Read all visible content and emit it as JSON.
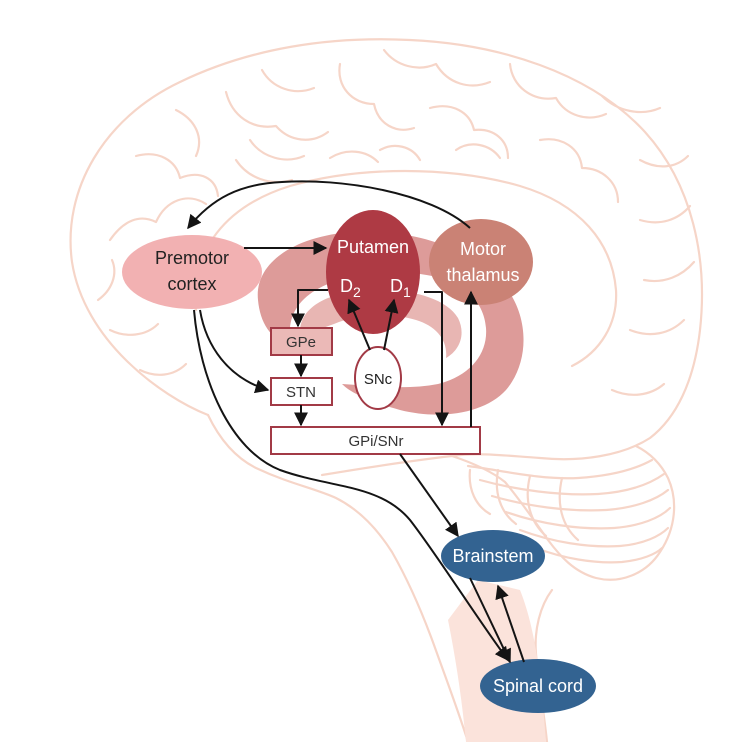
{
  "colors": {
    "outline": "#f6d5c8",
    "outline_dark": "#f0c2b0",
    "striatum": "#dd9b99",
    "putamen": "#ae3a44",
    "thalamus": "#ca8275",
    "premotor": "#f2b1b2",
    "box_border": "#a23a46",
    "blue": "#336391",
    "arrow": "#141414"
  },
  "nodes": {
    "premotor_line1": "Premotor",
    "premotor_line2": "cortex",
    "putamen": "Putamen",
    "d2_main": "D",
    "d2_sub": "2",
    "d1_main": "D",
    "d1_sub": "1",
    "thalamus_line1": "Motor",
    "thalamus_line2": "thalamus",
    "gpe": "GPe",
    "stn": "STN",
    "snc": "SNc",
    "gpi_snr": "GPi/SNr",
    "brainstem": "Brainstem",
    "spinal_cord": "Spinal cord"
  }
}
